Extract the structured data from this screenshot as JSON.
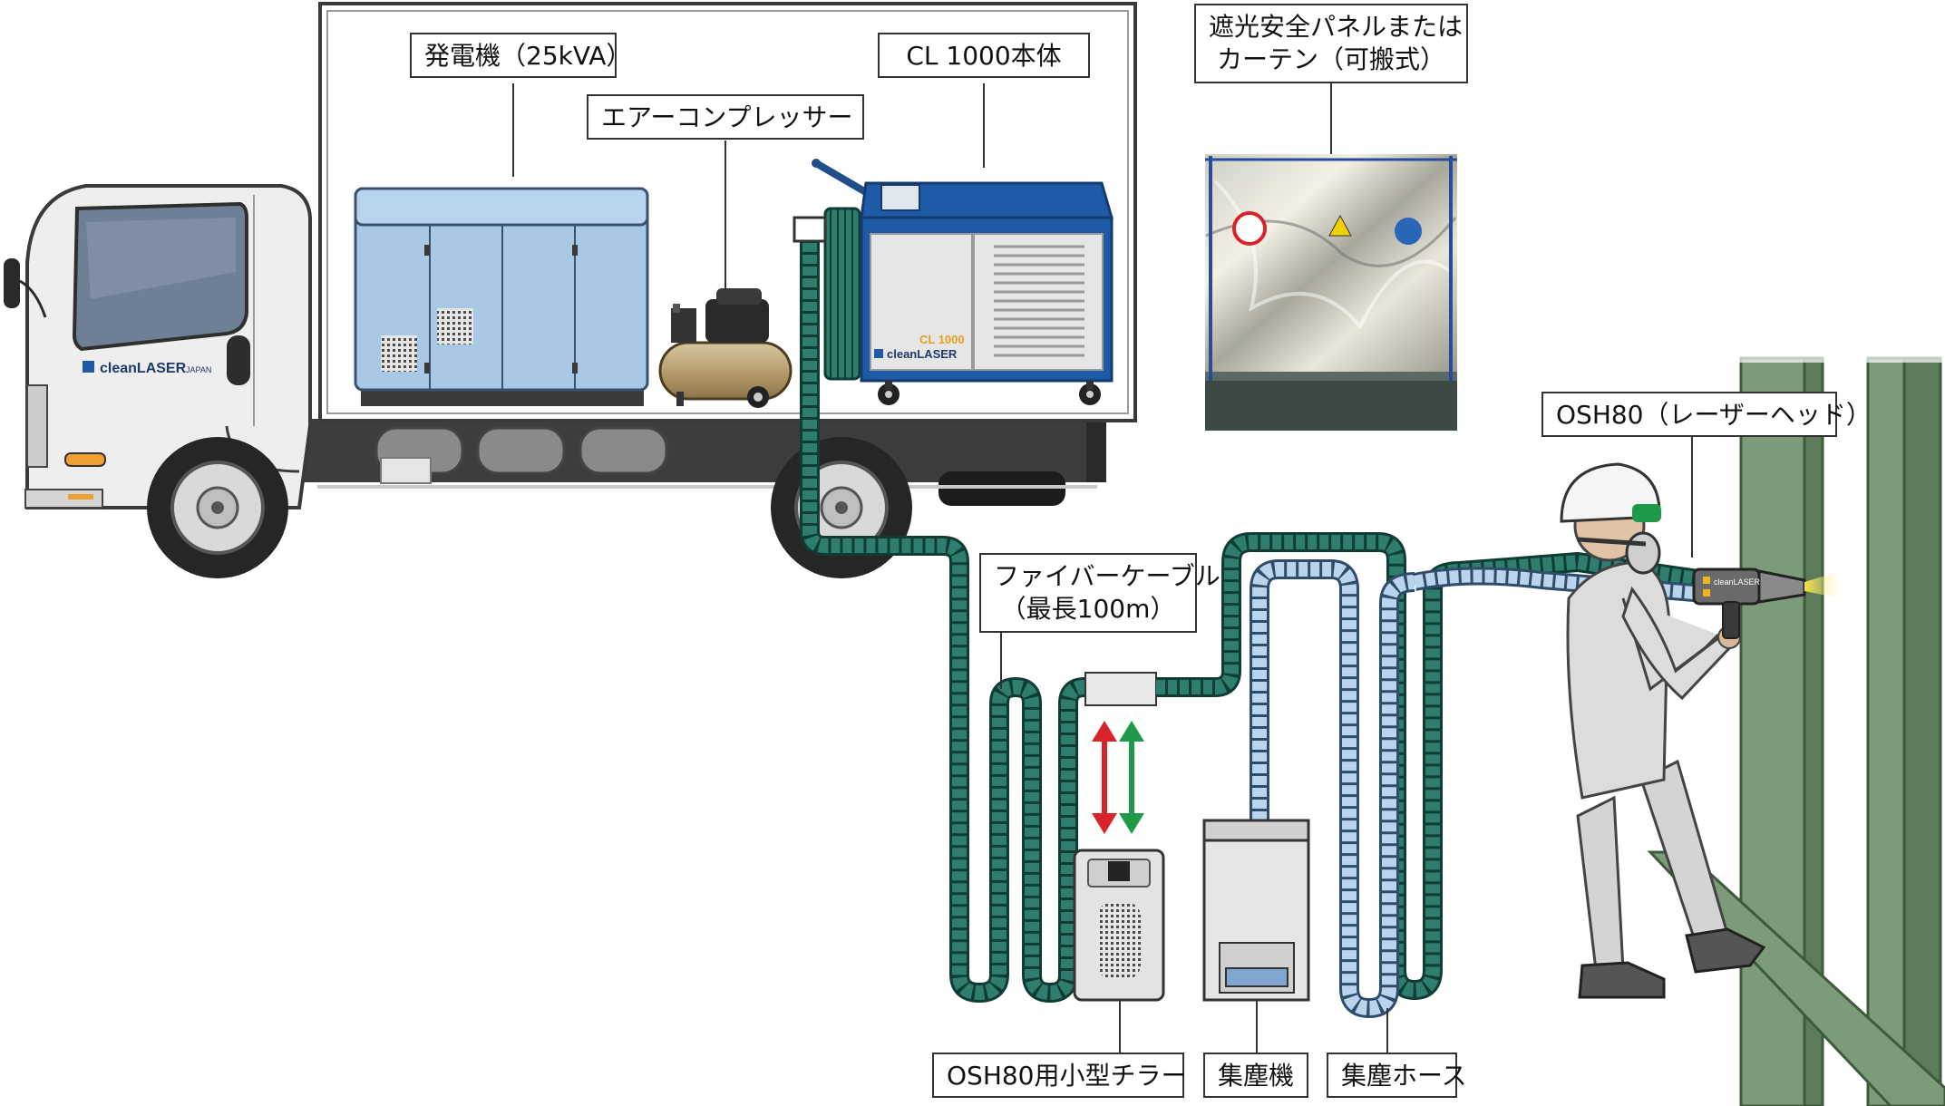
{
  "labels": {
    "generator": "発電機（25kVA）",
    "cl1000": "CL 1000本体",
    "air_compressor": "エアーコンプレッサー",
    "shield_panel_line1": "遮光安全パネルまたは",
    "shield_panel_line2": "カーテン（可搬式）",
    "fiber_cable_line1": "ファイバーケーブル",
    "fiber_cable_line2": "（最長100m）",
    "laser_head": "OSH80（レーザーヘッド）",
    "chiller": "OSH80用小型チラー",
    "dust_collector": "集塵機",
    "dust_hose": "集塵ホース"
  },
  "truck": {
    "brand": "cleanLASER",
    "brand_suffix": "JAPAN"
  },
  "cl1000_unit": {
    "model": "CL 1000",
    "brand": "cleanLASER"
  },
  "laser_head_unit": {
    "brand": "cleanLASER"
  },
  "colors": {
    "fiber_cable": "#2e7d6e",
    "dust_hose": "#b9d4ec",
    "generator": "#a9c8e6",
    "cl1000_body": "#1f5aa6",
    "steel_frame": "#7d9a7a",
    "arrow_red": "#d8232a",
    "arrow_green": "#1f9a4a"
  }
}
